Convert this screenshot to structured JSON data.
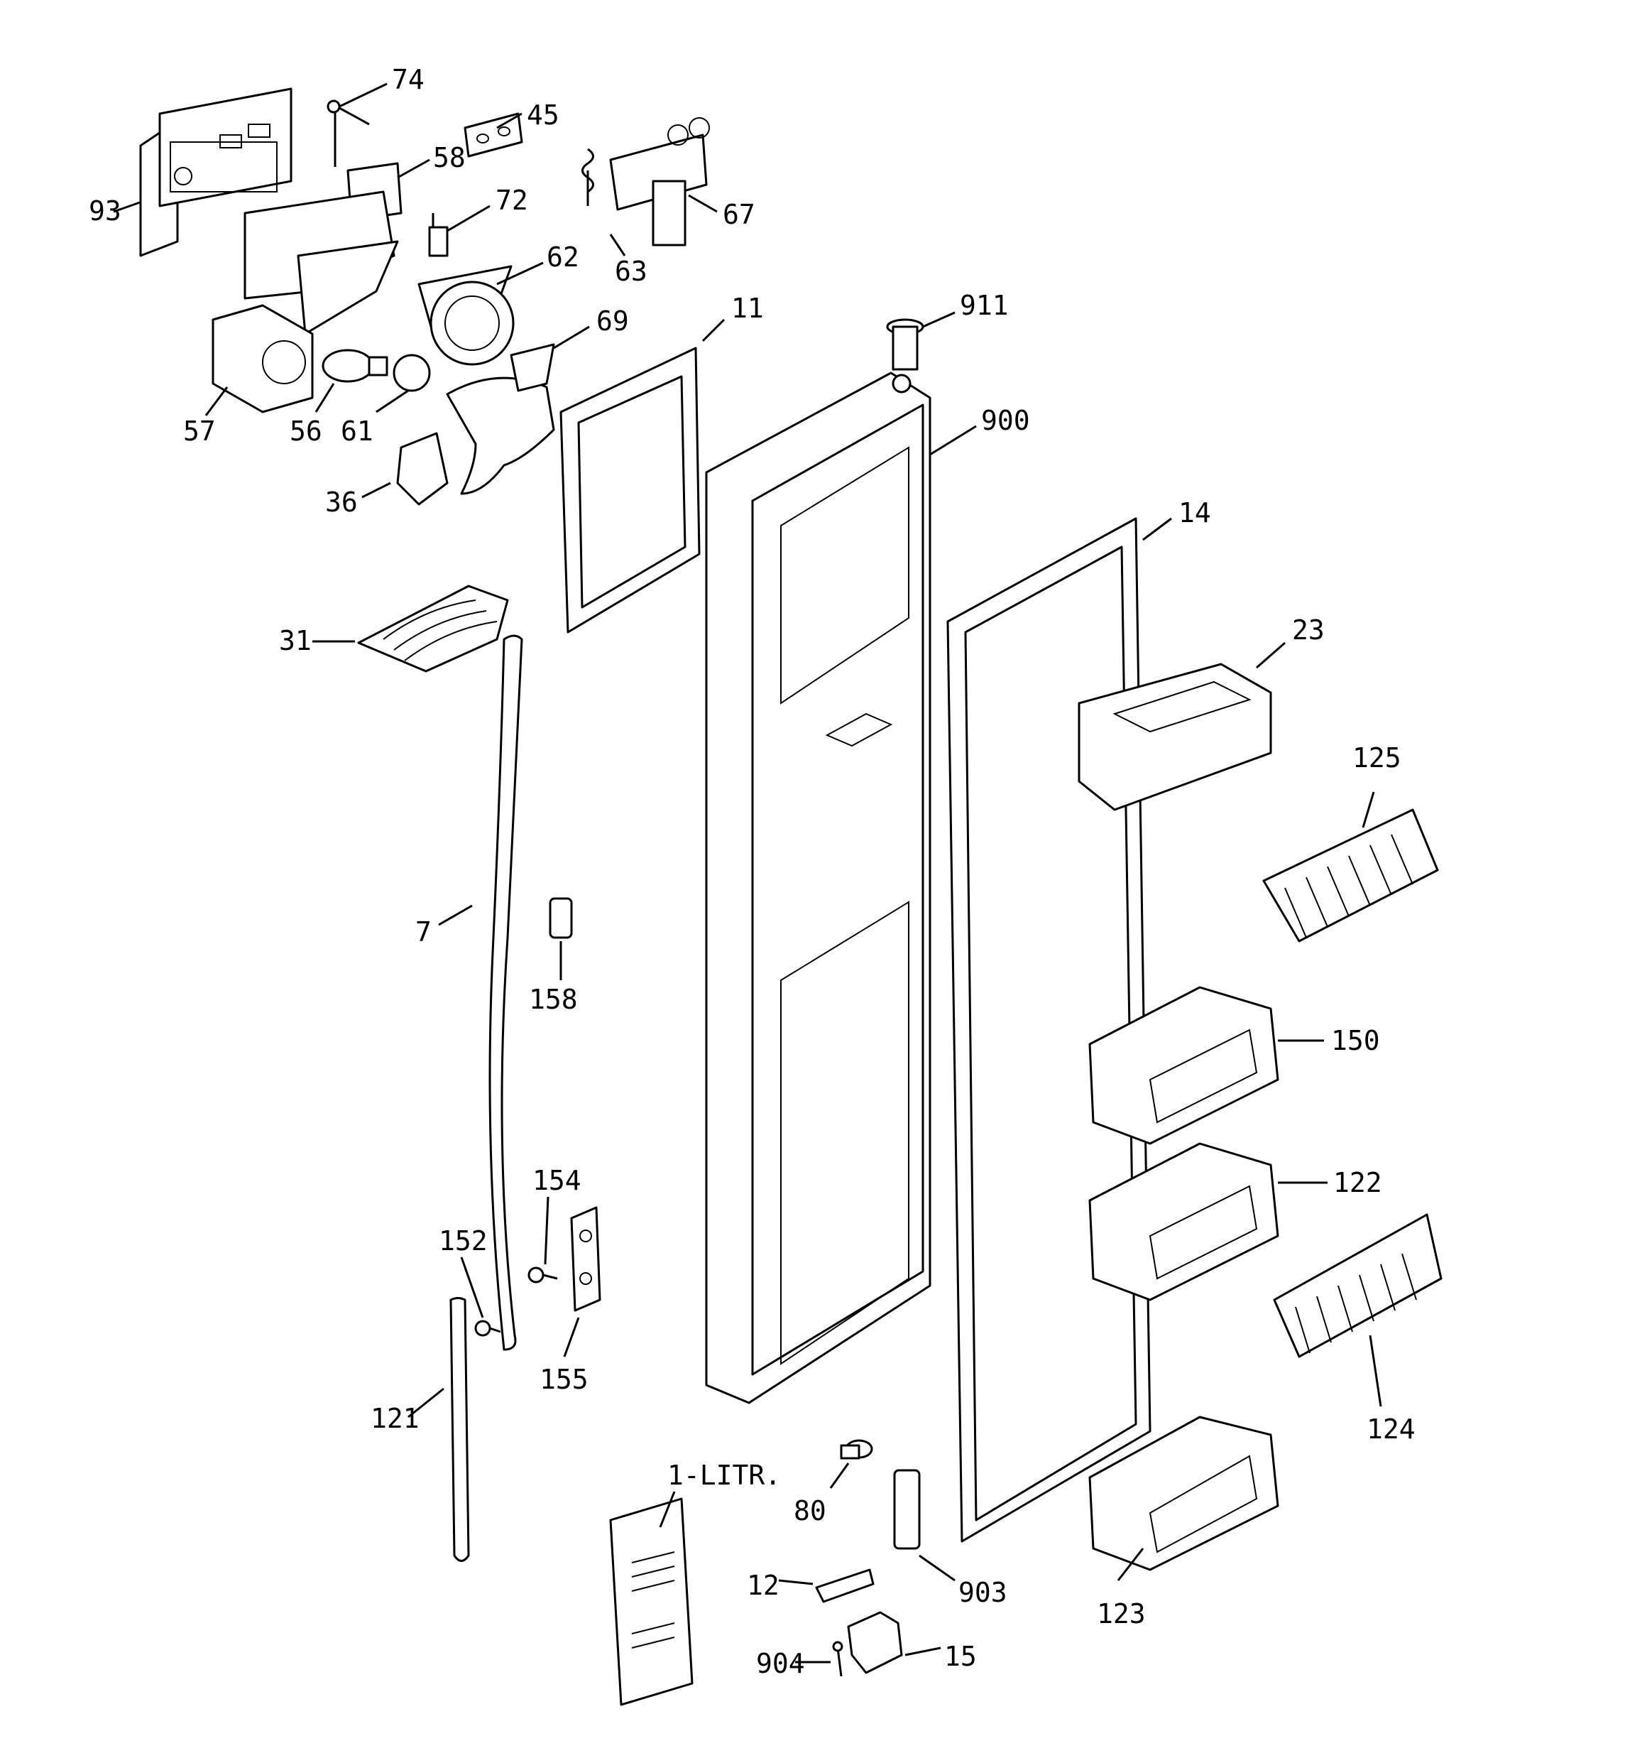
{
  "diagram": {
    "callouts": {
      "c74": "74",
      "c45": "45",
      "c58": "58",
      "c93": "93",
      "c72": "72",
      "c67": "67",
      "c63": "63",
      "c62": "62",
      "c911": "911",
      "c11": "11",
      "c69": "69",
      "c57": "57",
      "c56": "56",
      "c61": "61",
      "c900": "900",
      "c36": "36",
      "c14": "14",
      "c31": "31",
      "c23": "23",
      "c125": "125",
      "c7": "7",
      "c158": "158",
      "c150": "150",
      "c154": "154",
      "c122": "122",
      "c152": "152",
      "c155": "155",
      "c124": "124",
      "c121": "121",
      "c1litr": "1-LITR.",
      "c80": "80",
      "c903": "903",
      "c12": "12",
      "c123": "123",
      "c904": "904",
      "c15": "15"
    }
  }
}
